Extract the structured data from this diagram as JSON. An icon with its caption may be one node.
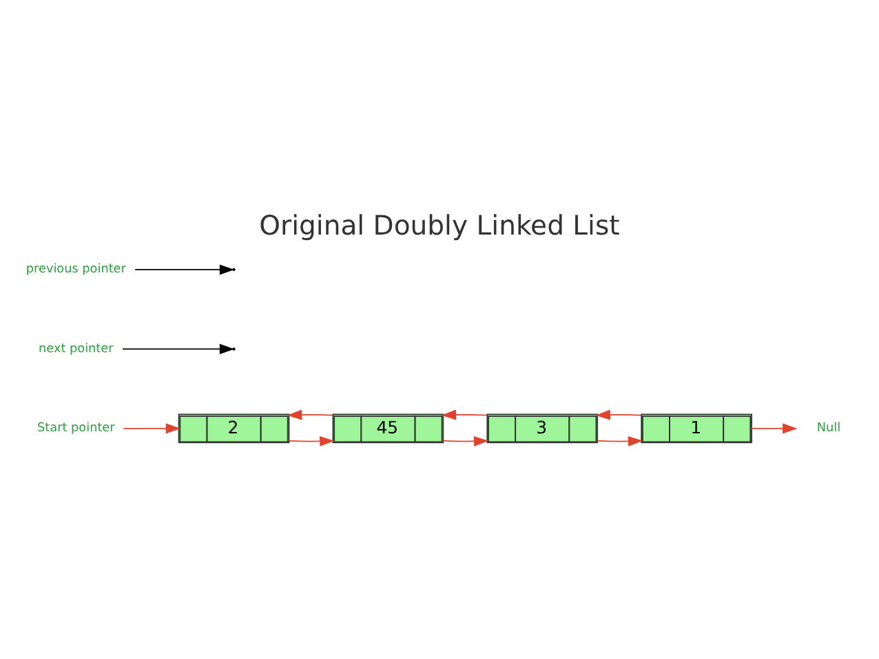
{
  "diagram": {
    "title": "Original Doubly Linked List",
    "nodes": [
      {
        "text": [
          "Start pointer"
        ]
      },
      {
        "text": [
          "2"
        ]
      },
      {
        "text": [
          "45"
        ]
      },
      {
        "text": [
          "3"
        ]
      },
      {
        "text": [
          "1"
        ]
      },
      {
        "text": [
          "Null"
        ]
      },
      {
        "text": [
          "next pointer"
        ]
      },
      {
        "text": [
          "previous pointer"
        ]
      }
    ],
    "edges": [
      {
        "from": 0,
        "to": 1,
        "arrow": "to"
      },
      {
        "from": 1,
        "to": 2,
        "arrow": "to"
      },
      {
        "from": 2,
        "to": 1,
        "arrow": "to"
      },
      {
        "from": 2,
        "to": 3,
        "arrow": "to"
      },
      {
        "from": 3,
        "to": 2,
        "arrow": "to"
      },
      {
        "from": 3,
        "to": 4,
        "arrow": "to"
      },
      {
        "from": 4,
        "to": 3,
        "arrow": "to"
      },
      {
        "from": 4,
        "to": 5,
        "arrow": "to"
      },
      {
        "from": 6,
        "to": null,
        "arrow": "to",
        "color": "#000000"
      },
      {
        "from": 7,
        "to": null,
        "arrow": "to",
        "color": "#000000"
      }
    ]
  }
}
